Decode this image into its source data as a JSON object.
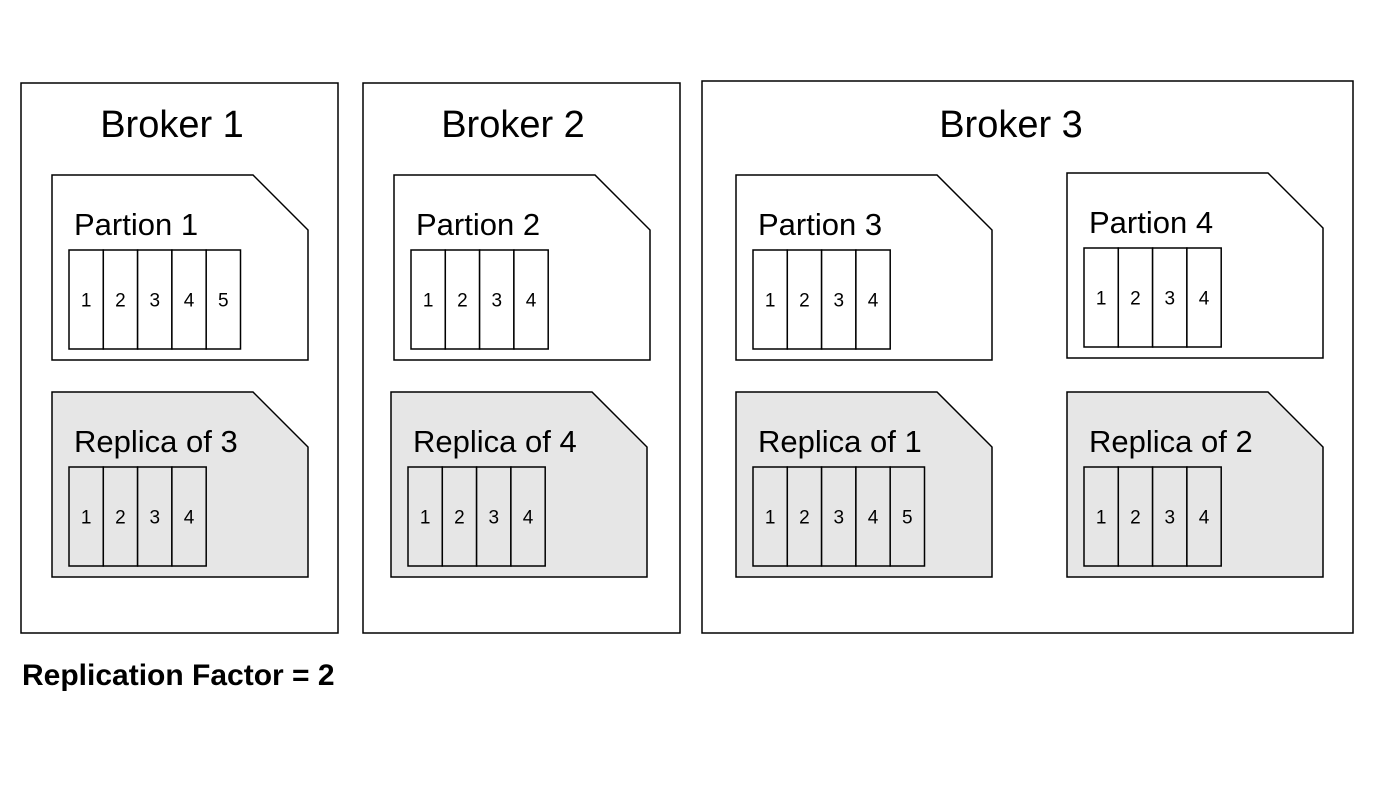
{
  "brokers": [
    {
      "title": "Broker 1",
      "cards": [
        {
          "kind": "partition",
          "title": "Partion 1",
          "messages": [
            "1",
            "2",
            "3",
            "4",
            "5"
          ]
        },
        {
          "kind": "replica",
          "title": "Replica of 3",
          "messages": [
            "1",
            "2",
            "3",
            "4"
          ]
        }
      ]
    },
    {
      "title": "Broker 2",
      "cards": [
        {
          "kind": "partition",
          "title": "Partion 2",
          "messages": [
            "1",
            "2",
            "3",
            "4"
          ]
        },
        {
          "kind": "replica",
          "title": "Replica of 4",
          "messages": [
            "1",
            "2",
            "3",
            "4"
          ]
        }
      ]
    },
    {
      "title": "Broker 3",
      "cards": [
        {
          "kind": "partition",
          "title": "Partion 3",
          "messages": [
            "1",
            "2",
            "3",
            "4"
          ]
        },
        {
          "kind": "partition",
          "title": "Partion 4",
          "messages": [
            "1",
            "2",
            "3",
            "4"
          ]
        },
        {
          "kind": "replica",
          "title": "Replica of 1",
          "messages": [
            "1",
            "2",
            "3",
            "4",
            "5"
          ]
        },
        {
          "kind": "replica",
          "title": "Replica of 2",
          "messages": [
            "1",
            "2",
            "3",
            "4"
          ]
        }
      ]
    }
  ],
  "footer": {
    "replication_factor_label": "Replication Factor = 2"
  },
  "colors": {
    "partition_fill": "#ffffff",
    "replica_fill": "#e6e6e6",
    "stroke": "#000000"
  }
}
